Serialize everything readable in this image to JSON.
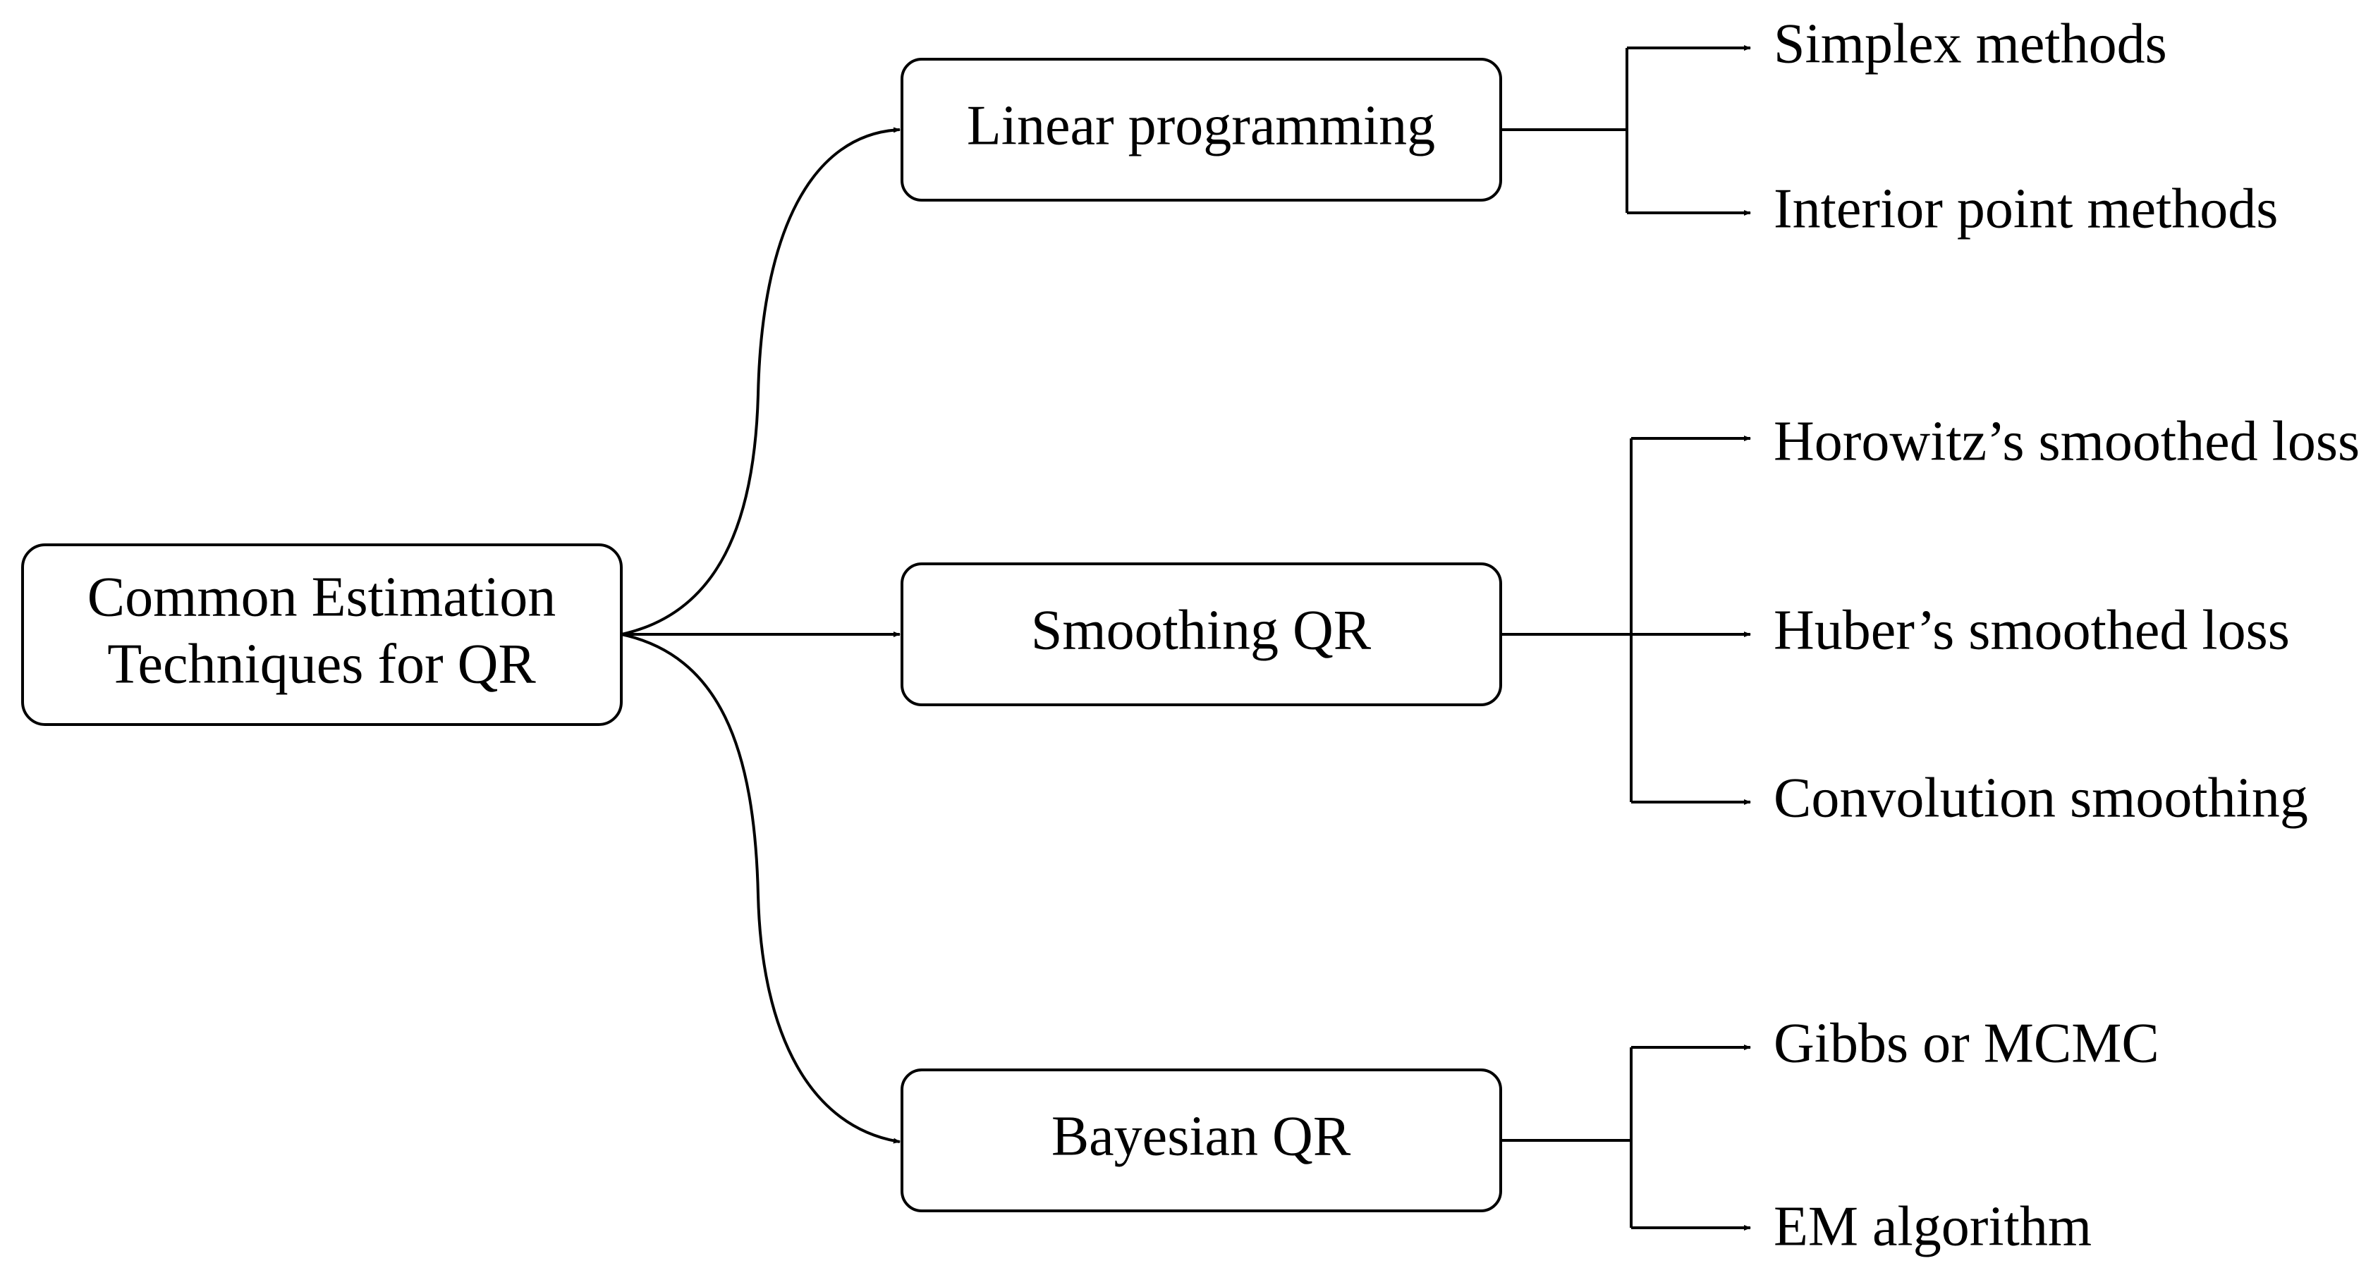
{
  "root": {
    "line1": "Common Estimation",
    "line2": "Techniques for QR"
  },
  "categories": [
    {
      "label": "Linear programming",
      "methods": [
        "Simplex methods",
        "Interior point methods"
      ]
    },
    {
      "label": "Smoothing QR",
      "methods": [
        "Horowitz’s smoothed loss",
        "Huber’s smoothed loss",
        "Convolution smoothing"
      ]
    },
    {
      "label": "Bayesian QR",
      "methods": [
        "Gibbs or MCMC",
        "EM algorithm"
      ]
    }
  ]
}
